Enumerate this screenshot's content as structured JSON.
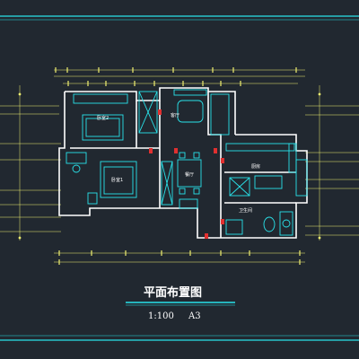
{
  "drawing": {
    "title": "平面布置图",
    "scale": "1:100",
    "sheet": "A3"
  },
  "rooms": [
    {
      "id": "bedroom2",
      "label": "卧室2"
    },
    {
      "id": "bedroom1",
      "label": "卧室1"
    },
    {
      "id": "living",
      "label": "客厅"
    },
    {
      "id": "dining",
      "label": "餐厅"
    },
    {
      "id": "kitchen",
      "label": "厨房"
    },
    {
      "id": "bathroom",
      "label": "卫生间"
    }
  ],
  "colors": {
    "background": "#212830",
    "wall": "#ffffff",
    "furniture": "#29e3ea",
    "dimension": "#f1f171",
    "accent_red": "#e03030",
    "frame": "#29e3ea"
  }
}
